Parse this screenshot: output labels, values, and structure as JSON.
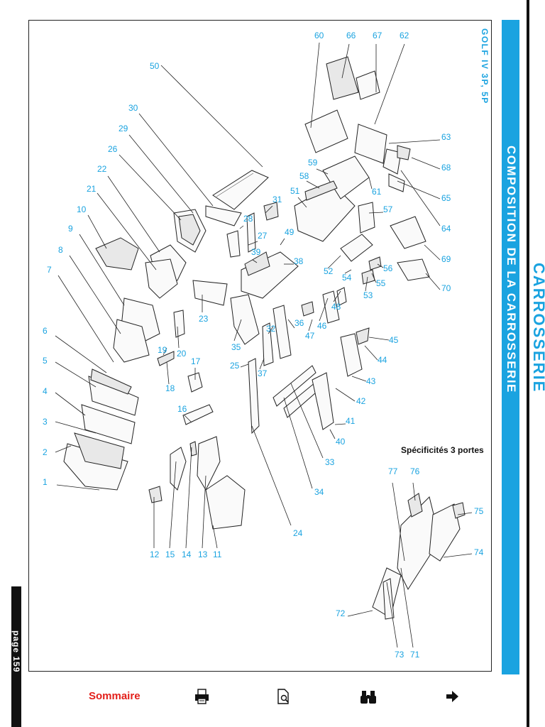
{
  "header": {
    "band_title": "COMPOSITION DE LA CARROSSERIE",
    "brand_title": "CARROSSERIE",
    "model": "GOLF IV 3P, 5P"
  },
  "page": {
    "label": "page 159"
  },
  "special_section": {
    "label": "Spécificités 3 portes"
  },
  "footer": {
    "sommaire_label": "Sommaire",
    "icons": [
      "print-icon",
      "document-search-icon",
      "binoculars-icon",
      "next-arrow-icon"
    ]
  },
  "callouts": [
    "1",
    "2",
    "3",
    "4",
    "5",
    "6",
    "7",
    "8",
    "9",
    "10",
    "11",
    "12",
    "13",
    "14",
    "15",
    "16",
    "17",
    "18",
    "19",
    "20",
    "21",
    "22",
    "23",
    "24",
    "25",
    "26",
    "27",
    "28",
    "29",
    "30",
    "31",
    "32",
    "33",
    "34",
    "35",
    "36",
    "37",
    "38",
    "39",
    "40",
    "41",
    "42",
    "43",
    "44",
    "45",
    "46",
    "47",
    "48",
    "49",
    "50",
    "51",
    "52",
    "53",
    "54",
    "55",
    "56",
    "57",
    "58",
    "59",
    "60",
    "61",
    "62",
    "63",
    "64",
    "65",
    "66",
    "67",
    "68",
    "69",
    "70",
    "71",
    "72",
    "73",
    "74",
    "75",
    "76",
    "77"
  ],
  "colors": {
    "accent": "#1aa3e0",
    "sommaire": "#e3201b",
    "ink": "#222222"
  }
}
